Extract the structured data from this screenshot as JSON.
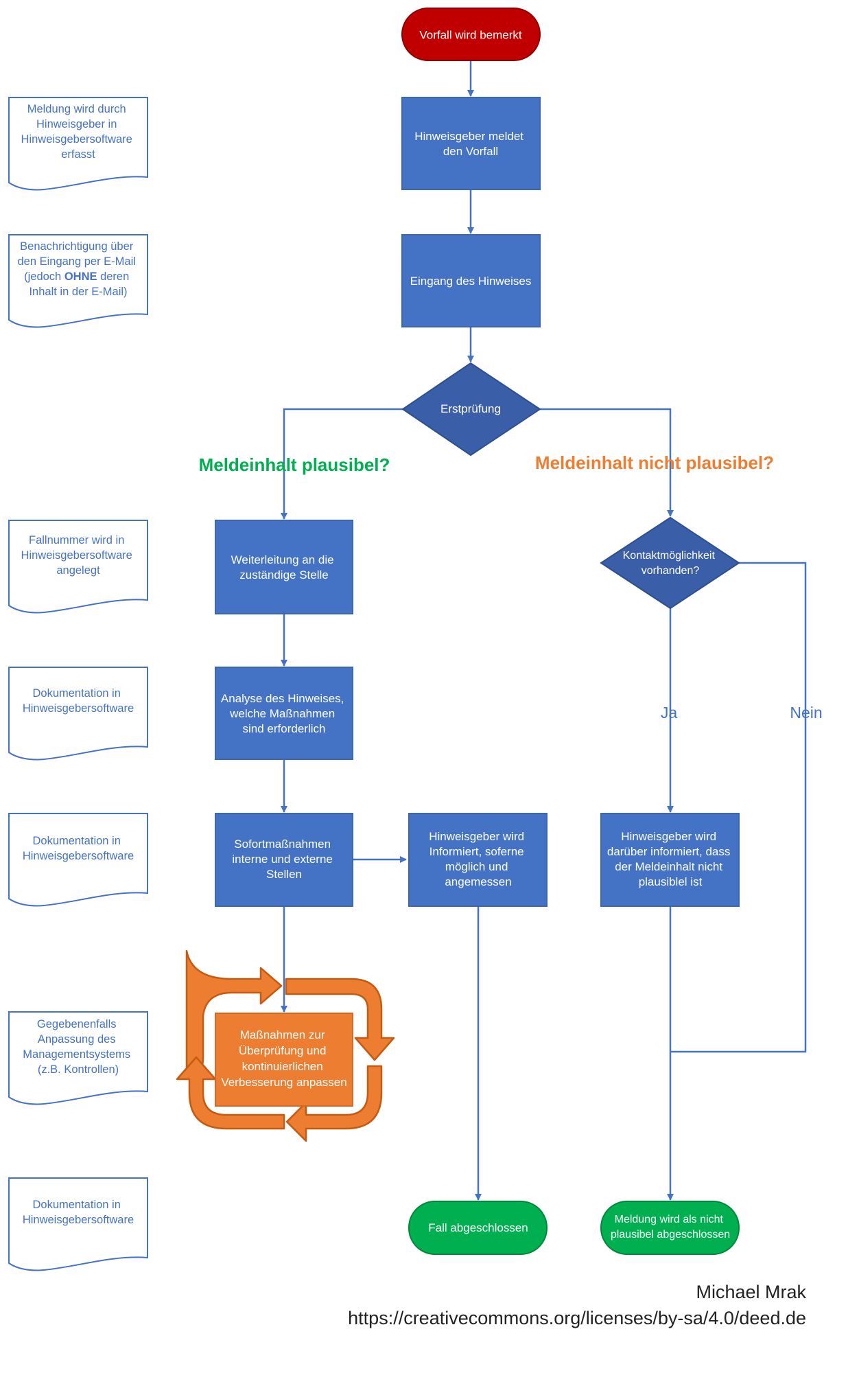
{
  "colors": {
    "box_blue": "#4472c4",
    "box_border": "#3d66b0",
    "diamond": "#3a5fa8",
    "start_red": "#c00000",
    "end_green": "#00b050",
    "orange": "#ed7d31",
    "doc_text": "#4472c4",
    "label_green": "#00b050",
    "label_orange": "#ed7d31",
    "line": "#4472c4"
  },
  "nodes": {
    "start": "Vorfall wird bemerkt",
    "report": [
      "Hinweisgeber meldet",
      "den Vorfall"
    ],
    "receipt": [
      "Eingang des Hinweises"
    ],
    "initial_check": "Erstprüfung",
    "forward": [
      "Weiterleitung an die",
      "zuständige Stelle"
    ],
    "analysis": [
      "Analyse des Hinweises,",
      "welche Maßnahmen",
      "sind erforderlich"
    ],
    "immediate": [
      "Sofortmaßnahmen",
      "interne und externe",
      "Stellen"
    ],
    "inform_measures": [
      "Hinweisgeber wird",
      "Informiert, soferne",
      "möglich und",
      "angemessen"
    ],
    "contact_check": [
      "Kontaktmöglichkeit",
      "vorhanden?"
    ],
    "inform_implausible": [
      "Hinweisgeber wird",
      "darüber  informiert, dass",
      "der Meldeinhalt nicht",
      "plausiblel ist"
    ],
    "improve": [
      "Maßnahmen zur",
      "Überprüfung und",
      "kontinuierlichen",
      "Verbesserung anpassen"
    ],
    "closed": "Fall abgeschlossen",
    "closed_implausible": [
      "Meldung wird als nicht",
      "plausibel abgeschlossen"
    ]
  },
  "branch_labels": {
    "plausible": "Meldeinhalt plausibel?",
    "not_plausible": "Meldeinhalt nicht plausibel?",
    "yes": "Ja",
    "no": "Nein"
  },
  "documents": {
    "doc1": [
      "Meldung wird durch",
      "Hinweisgeber  in",
      "Hinweisgebersoftware",
      "erfasst"
    ],
    "doc2_line1": "Benachrichtigung über",
    "doc2_line2": "den Eingang per E-Mail",
    "doc2_line3_pre": "(jedoch ",
    "doc2_line3_bold": "OHNE",
    "doc2_line3_post": " deren",
    "doc2_line4": "Inhalt in der E-Mail)",
    "doc3": [
      "Fallnummer wird in",
      "Hinweisgebersoftware",
      "angelegt"
    ],
    "doc4": [
      "Dokumentation in",
      "Hinweisgebersoftware"
    ],
    "doc5": [
      "Dokumentation in",
      "Hinweisgebersoftware"
    ],
    "doc6": [
      "Gegebenenfalls",
      "Anpassung des",
      "Managementsystems",
      "(z.B. Kontrollen)"
    ],
    "doc7": [
      "Dokumentation in",
      "Hinweisgebersoftware"
    ]
  },
  "credit": {
    "author": "Michael Mrak",
    "license_url": "https://creativecommons.org/licenses/by-sa/4.0/deed.de"
  }
}
